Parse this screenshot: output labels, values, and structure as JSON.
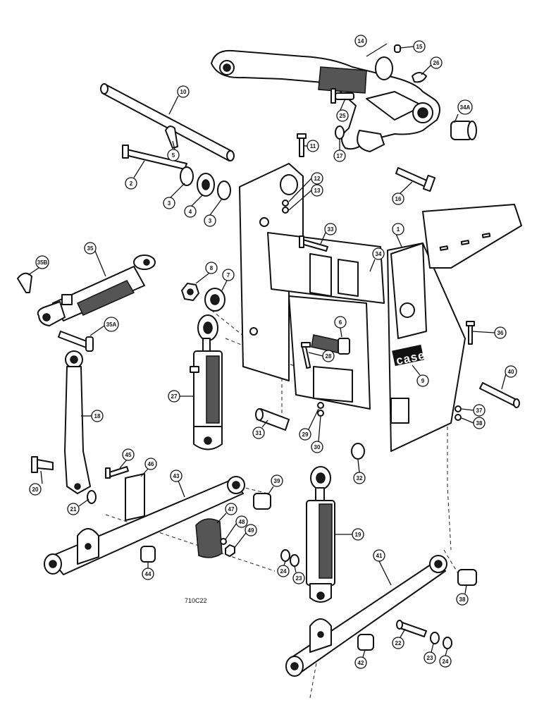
{
  "diagram": {
    "brand_logo": "case",
    "drawing_code": "710C22",
    "callouts": {
      "c1": "1",
      "c2": "2",
      "c3a": "3",
      "c3b": "3",
      "c4": "4",
      "c5": "5",
      "c6": "6",
      "c7": "7",
      "c8": "8",
      "c9": "9",
      "c10": "10",
      "c11": "11",
      "c12": "12",
      "c13": "13",
      "c14": "14",
      "c15": "15",
      "c16": "16",
      "c17": "17",
      "c18": "18",
      "c19": "19",
      "c20": "20",
      "c21": "21",
      "c22": "22",
      "c23a": "23",
      "c23b": "23",
      "c24a": "24",
      "c24b": "24",
      "c25": "25",
      "c26": "26",
      "c27": "27",
      "c28": "28",
      "c29": "29",
      "c30": "30",
      "c31": "31",
      "c32": "32",
      "c33": "33",
      "c34": "34",
      "c34a": "34A",
      "c35": "35",
      "c35a": "35A",
      "c35b": "35B",
      "c36": "36",
      "c37": "37",
      "c38a": "38",
      "c38b": "38",
      "c39": "39",
      "c40": "40",
      "c41": "41",
      "c42": "42",
      "c43": "43",
      "c44": "44",
      "c45": "45",
      "c46": "46",
      "c47": "47",
      "c48": "48",
      "c49": "49"
    }
  }
}
